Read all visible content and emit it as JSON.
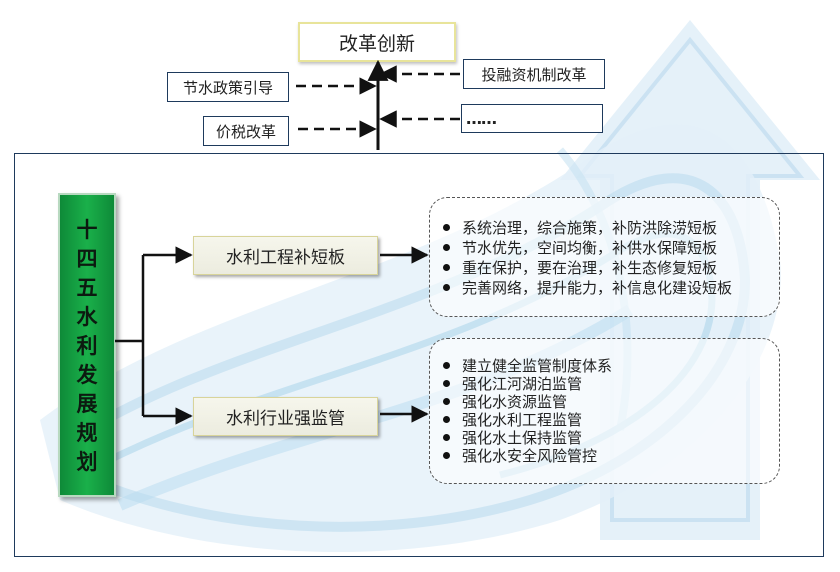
{
  "top": {
    "center_label": "改革创新",
    "left_items": [
      "节水政策引导",
      "价税改革"
    ],
    "right_items": [
      "投融资机制改革",
      "……"
    ]
  },
  "main": {
    "vertical_title": [
      "十",
      "四",
      "五",
      "水",
      "利",
      "发",
      "展",
      "规",
      "划"
    ],
    "branch1": {
      "label": "水利工程补短板",
      "items": [
        "系统治理，综合施策，补防洪除涝短板",
        "节水优先，空间均衡，补供水保障短板",
        "重在保护，要在治理，补生态修复短板",
        "完善网络，提升能力，补信息化建设短板"
      ]
    },
    "branch2": {
      "label": "水利行业强监管",
      "items": [
        "建立健全监管制度体系",
        "强化江河湖泊监管",
        "强化水资源监管",
        "强化水利工程监管",
        "强化水土保持监管",
        "强化水安全风险管控"
      ]
    }
  },
  "colors": {
    "title_green": "#1ab04a",
    "frame_navy": "#1e3a5c",
    "box_border_yellow": "#e8e49a"
  }
}
